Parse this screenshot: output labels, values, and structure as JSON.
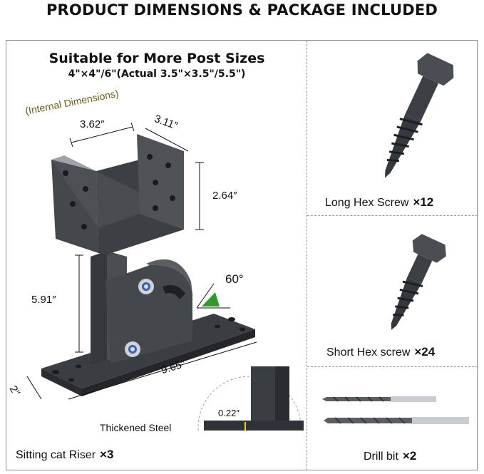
{
  "header": {
    "title": "PRODUCT DIMENSIONS & PACKAGE INCLUDED"
  },
  "main_panel": {
    "title": "Suitable for More Post Sizes",
    "subtitle": "4\"×4\"/6\"(Actual 3.5\"×3.5\"/5.5\")",
    "internal_note": "(Internal Dimensions)",
    "dims": {
      "width_internal": "3.62″",
      "depth_internal": "3.11″",
      "height_cup": "2.64″",
      "height_column": "5.91″",
      "angle": "60°",
      "base_length": "9.65″",
      "base_width": "2″",
      "thickness": "0.22″"
    },
    "thickened_label": "Thickened Steel",
    "product_label": "Sitting cat Riser",
    "product_qty": "×3"
  },
  "items": [
    {
      "label": "Long Hex Screw",
      "qty": "×12"
    },
    {
      "label": "Short Hex screw",
      "qty": "×24"
    },
    {
      "label": "Drill bit",
      "qty": "×2"
    }
  ],
  "colors": {
    "steel": "#4a4d52",
    "steel_dark": "#2f3236",
    "steel_light": "#6b6f75",
    "olive": "#6b5a1a",
    "angle_green": "#2f9a2a",
    "thickness_mark": "#e8d21a"
  },
  "icons": [
    "hex-screw-icon",
    "drill-bit-icon",
    "nut-icon"
  ]
}
